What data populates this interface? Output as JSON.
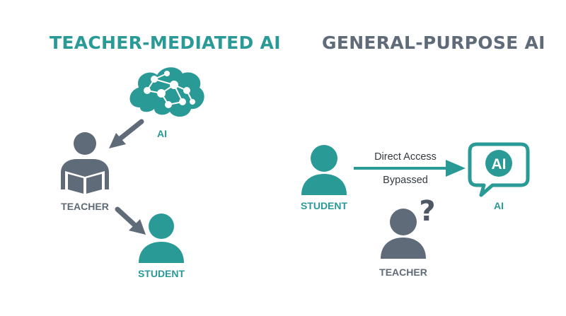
{
  "left_panel": {
    "title": "TEACHER-MEDIATED AI",
    "ai_label": "AI",
    "teacher_label": "TEACHER",
    "student_label": "STUDENT"
  },
  "right_panel": {
    "title": "GENERAL-PURPOSE AI",
    "student_label": "STUDENT",
    "arrow_label_top": "Direct Access",
    "arrow_label_bottom": "Bypassed",
    "ai_bubble_text": "AI",
    "ai_label": "AI",
    "teacher_label": "TEACHER",
    "question_mark": "?"
  },
  "colors": {
    "teal": "#2a9a96",
    "slate": "#5f6b78"
  }
}
